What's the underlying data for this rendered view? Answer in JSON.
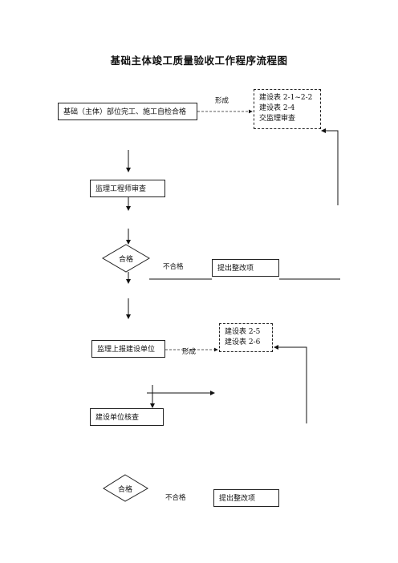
{
  "title": "基础主体竣工质量验收工作程序流程图",
  "labels": {
    "form_1": "形成",
    "form_2": "形成",
    "fail_1": "不合格",
    "fail_2": "不合格"
  },
  "boxes": {
    "foundation_complete": "基础（主体）部位完工、施工自检合格",
    "supervisor_review": "监理工程师审查",
    "rectify_1": "提出整改项",
    "report_to_owner": "监理上报建设单位",
    "owner_verify": "建设单位核查",
    "rectify_2": "提出整改项"
  },
  "forms_1": [
    "建设表 2-1~2-2",
    "建设表 2-4",
    "交监理审查"
  ],
  "forms_2": [
    "建设表 2-5",
    "建设表 2-6"
  ],
  "decisions": {
    "pass_1": "合格",
    "pass_2": "合格"
  }
}
